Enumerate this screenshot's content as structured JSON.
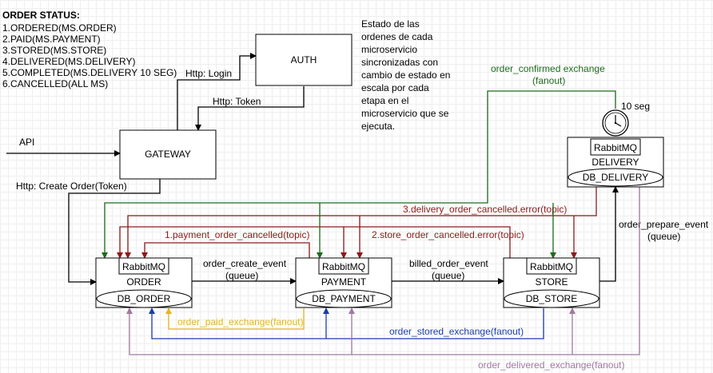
{
  "status_panel": {
    "title": "ORDER STATUS:",
    "lines": [
      "1.ORDERED(MS.ORDER)",
      "2.PAID(MS.PAYMENT)",
      "3.STORED(MS.STORE)",
      "4.DELIVERED(MS.DELIVERY)",
      "5.COMPLETED(MS.DELIVERY 10 SEG)",
      "6.CANCELLED(ALL MS)"
    ]
  },
  "note": {
    "lines": [
      "Estado de las",
      "ordenes de cada",
      "microservicio",
      "sincronizadas con",
      "cambio de estado en",
      "escala por cada",
      "etapa en el",
      "microservicio que se",
      "ejecuta."
    ]
  },
  "nodes": {
    "auth": "AUTH",
    "gateway": "GATEWAY",
    "order": {
      "queue": "RabbitMQ",
      "name": "ORDER",
      "db": "DB_ORDER"
    },
    "payment": {
      "queue": "RabbitMQ",
      "name": "PAYMENT",
      "db": "DB_PAYMENT"
    },
    "store": {
      "queue": "RabbitMQ",
      "name": "STORE",
      "db": "DB_STORE"
    },
    "delivery": {
      "queue": "RabbitMQ",
      "name": "DELIVERY",
      "db": "DB_DELIVERY"
    }
  },
  "labels": {
    "api": "API",
    "http_login": "Http: Login",
    "http_token": "Http: Token",
    "http_create_order": "Http: Create Order(Token)",
    "order_create_event": "order_create_event",
    "order_create_event_type": "(queue)",
    "billed_order_event": "billed_order_event",
    "billed_order_event_type": "(queue)",
    "order_prepare_event": "order_prepare_event",
    "order_prepare_event_type": "(queue)",
    "payment_order_cancelled": "1.payment_order_cancelled(topic)",
    "store_order_cancelled": "2.store_order_cancelled.error(topic)",
    "delivery_order_cancelled": "3.delivery_order_cancelled.error(topic)",
    "order_confirmed_exchange": "order_confirmed exchange",
    "order_confirmed_exchange_type": "(fanout)",
    "timer": "10 seg",
    "order_paid_exchange": "order_paid_exchange(fanout)",
    "order_stored_exchange": "order_stored_exchange(fanout)",
    "order_delivered_exchange": "order_delivered_exchange(fanout)"
  },
  "colors": {
    "black": "#000000",
    "dark_red": "#8b1a1a",
    "green": "#1e6b1e",
    "gold": "#e6b422",
    "blue": "#1a3caa",
    "purple": "#a07aa0"
  }
}
